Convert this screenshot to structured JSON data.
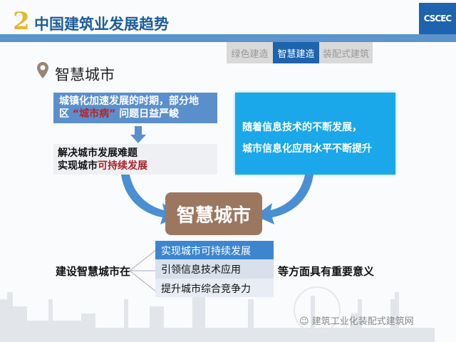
{
  "header": {
    "number": "2",
    "title": "中国建筑业发展趋势",
    "logo_text": "CSCEC"
  },
  "tabs": [
    {
      "label": "绿色建造"
    },
    {
      "label": "智慧建造",
      "active": true
    },
    {
      "label": "装配式建筑"
    }
  ],
  "section": {
    "heading": "智慧城市"
  },
  "box1": {
    "line1": "城镇化加速发展的时期，部分地",
    "line2_pre": "区",
    "line2_red": "“城市病”",
    "line2_post": "问题日益严峻"
  },
  "box2": {
    "line1": "解决城市发展难题",
    "line2_pre": "实现城市",
    "line2_red": "可持续发展"
  },
  "box3": {
    "line1": "随着信息技术的不断发展，",
    "line2": "城市信息化应用水平不断提升"
  },
  "center": {
    "label": "智慧城市"
  },
  "list": {
    "left": "建设智慧城市在",
    "items": [
      "实现城市可持续发展",
      "引领信息技术应用",
      "提升城市综合竞争力"
    ],
    "right": "等方面具有重要意义"
  },
  "watermark": "建筑工业化装配式建筑网",
  "colors": {
    "blue": "#5b8fcc",
    "cyan": "#1aa8ea",
    "brown": "#9c7760",
    "accent": "#1d63ad"
  }
}
